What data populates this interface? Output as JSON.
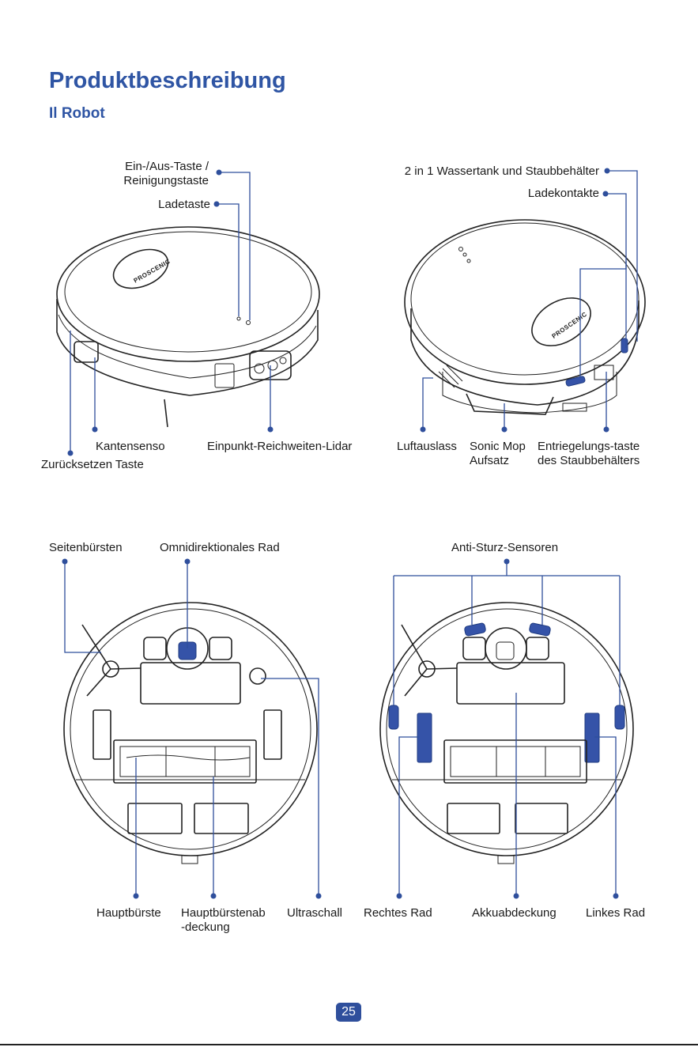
{
  "page": {
    "title": "Produktbeschreibung",
    "subtitle": "Il Robot",
    "page_number": "25"
  },
  "top_left": {
    "logo_text": "PROSCENIC",
    "labels": {
      "power_line1": "Ein-/Aus-Taste /",
      "power_line2": "Reinigungstaste",
      "charge_button": "Ladetaste",
      "edge_sensor": "Kantensenso",
      "reset_button": "Zurücksetzen Taste",
      "lidar": "Einpunkt-Reichweiten-Lidar"
    }
  },
  "top_right": {
    "logo_text": "PROSCENIC",
    "labels": {
      "tank": "2 in 1 Wassertank und Staubbehälter",
      "charge_contacts": "Ladekontakte",
      "air_outlet": "Luftauslass",
      "sonic_mop_line1": "Sonic Mop",
      "sonic_mop_line2": "Aufsatz",
      "release_line1": "Entriegelungs-taste",
      "release_line2": "des Staubbehälters"
    }
  },
  "bottom_left": {
    "labels": {
      "side_brushes": "Seitenbürsten",
      "omni_wheel": "Omnidirektionales Rad",
      "main_brush": "Hauptbürste",
      "brush_cover_line1": "Hauptbürstenab",
      "brush_cover_line2": "-deckung",
      "ultrasonic": "Ultraschall"
    }
  },
  "bottom_right": {
    "labels": {
      "cliff_sensors": "Anti-Sturz-Sensoren",
      "right_wheel": "Rechtes Rad",
      "battery_cover": "Akkuabdeckung",
      "left_wheel": "Linkes Rad"
    }
  },
  "colors": {
    "accent": "#2f55a4",
    "leader": "#2f4f9c",
    "highlight": "#3553a8"
  }
}
